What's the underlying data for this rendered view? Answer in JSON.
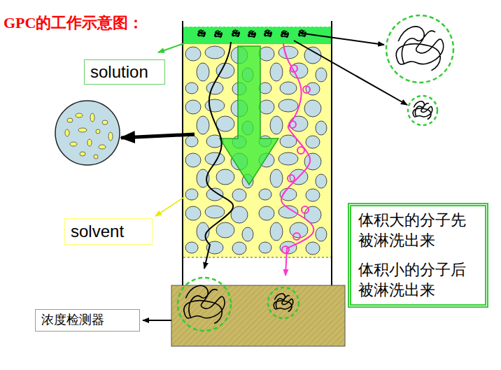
{
  "diagram": {
    "title": "GPC的工作示意图：",
    "nodes": [
      {
        "text": [
          "solution"
        ]
      },
      {
        "text": [
          "solvent"
        ]
      },
      {
        "text": [
          "浓度检测器"
        ]
      },
      {
        "text": [
          "体积大的分子先被淋洗出来",
          "体积小的分子后被淋洗出来"
        ]
      }
    ]
  }
}
